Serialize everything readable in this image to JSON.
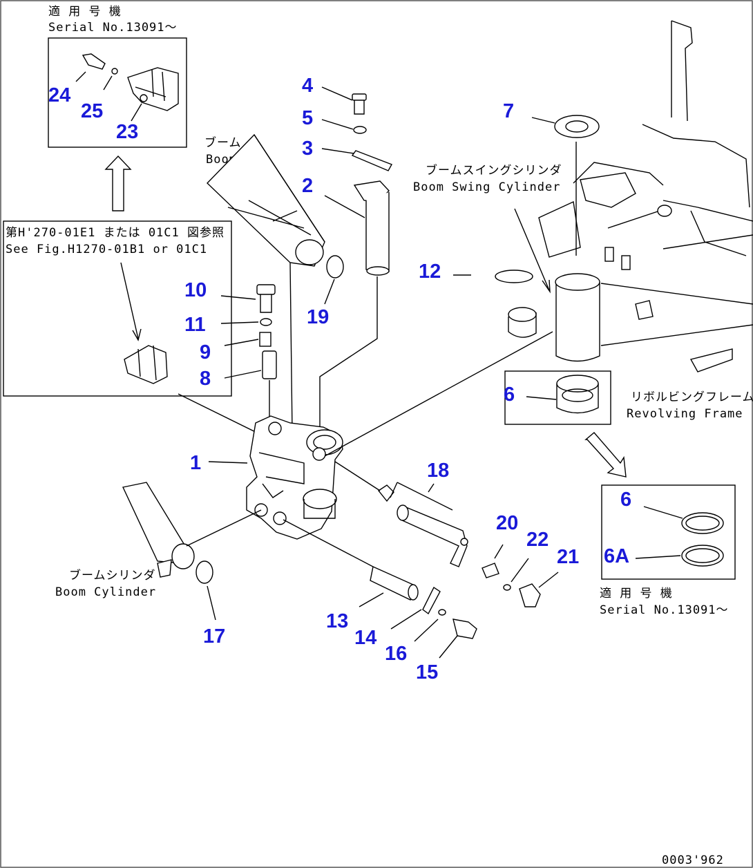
{
  "callouts": {
    "n1": "1",
    "n2": "2",
    "n3": "3",
    "n4": "4",
    "n5": "5",
    "n6": "6",
    "n6b": "6",
    "n6a": "6A",
    "n7": "7",
    "n8": "8",
    "n9": "9",
    "n10": "10",
    "n11": "11",
    "n12": "12",
    "n13": "13",
    "n14": "14",
    "n15": "15",
    "n16": "16",
    "n17": "17",
    "n18": "18",
    "n19": "19",
    "n20": "20",
    "n21": "21",
    "n22": "22",
    "n23": "23",
    "n24": "24",
    "n25": "25"
  },
  "labels": {
    "inset_top_jp": "適 用 号 機",
    "inset_top_serial": "Serial No.13091～",
    "ref_jp": "第H'270-01E1 または 01C1 図参照",
    "ref_en": "See Fig.H1270-01B1 or 01C1",
    "boom_jp": "ブーム",
    "boom_en": "Boom",
    "boom_swing_jp": "ブームスイングシリンダ",
    "boom_swing_en": "Boom Swing Cylinder",
    "revolving_jp": "リボルビングフレーム",
    "revolving_en": "Revolving Frame",
    "boom_cyl_jp": "ブームシリンダ",
    "boom_cyl_en": "Boom Cylinder",
    "inset_br_jp": "適 用 号 機",
    "inset_br_serial": "Serial No.13091～",
    "drawing_no": "0003'962"
  }
}
